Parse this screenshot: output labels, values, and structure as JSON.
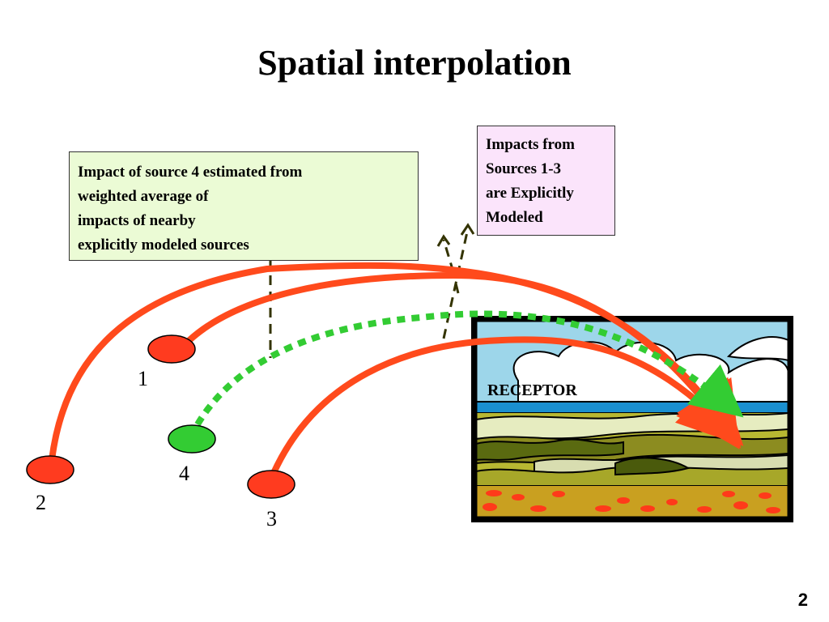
{
  "title": "Spatial interpolation",
  "left_box": {
    "lines": [
      "Impact of source 4 estimated from",
      "weighted average of",
      "impacts of nearby",
      "explicitly modeled sources"
    ]
  },
  "right_box": {
    "lines": [
      "Impacts from",
      "Sources 1-3",
      "are Explicitly",
      "Modeled"
    ]
  },
  "sources": [
    {
      "label": "1",
      "color": "#ff3b1f",
      "kind": "explicitly-modeled"
    },
    {
      "label": "2",
      "color": "#ff3b1f",
      "kind": "explicitly-modeled"
    },
    {
      "label": "3",
      "color": "#ff3b1f",
      "kind": "explicitly-modeled"
    },
    {
      "label": "4",
      "color": "#33cc33",
      "kind": "interpolated"
    }
  ],
  "receptor_label": "RECEPTOR",
  "page_number": "2",
  "colors": {
    "modeled_arrow": "#ff4a1c",
    "interpolated_arrow": "#33cc33",
    "dashed_line": "#333300",
    "left_box_fill": "#ebfbd5",
    "right_box_fill": "#fbe4fb"
  }
}
